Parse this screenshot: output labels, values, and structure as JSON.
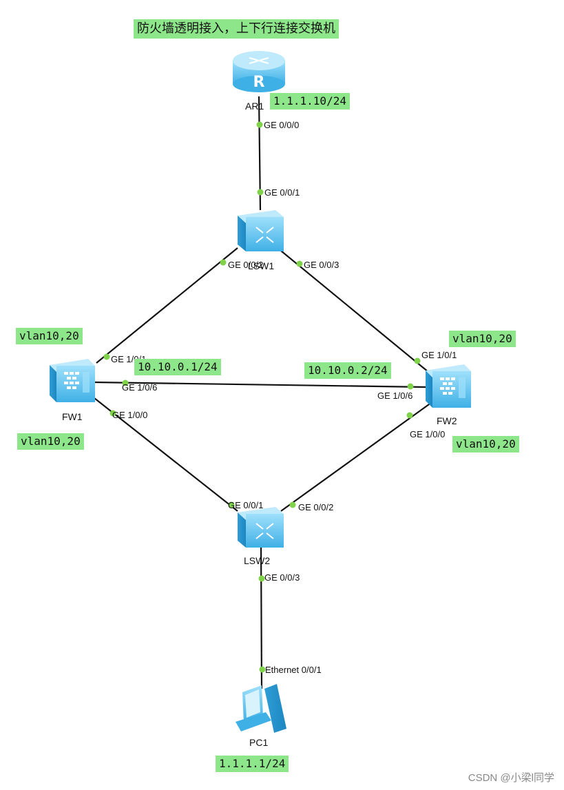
{
  "title": "防火墙透明接入，上下行连接交换机",
  "devices": {
    "ar1": "AR1",
    "lsw1": "LSW1",
    "fw1": "FW1",
    "fw2": "FW2",
    "lsw2": "LSW2",
    "pc1": "PC1"
  },
  "ports": {
    "ar1_ge000": "GE 0/0/0",
    "lsw1_ge001": "GE 0/0/1",
    "lsw1_ge002": "GE 0/0/2",
    "lsw1_ge003": "GE 0/0/3",
    "fw1_ge101": "GE 1/0/1",
    "fw1_ge106": "GE 1/0/6",
    "fw1_ge100": "GE 1/0/0",
    "fw2_ge101": "GE 1/0/1",
    "fw2_ge106": "GE 1/0/6",
    "fw2_ge100": "GE 1/0/0",
    "lsw2_ge001": "GE 0/0/1",
    "lsw2_ge002": "GE 0/0/2",
    "lsw2_ge003": "GE 0/0/3",
    "pc1_eth001": "Ethernet 0/0/1"
  },
  "tags": {
    "ar1_ip": "1.1.1.10/24",
    "fw1_vlan_top": "vlan10,20",
    "fw1_vlan_bottom": "vlan10,20",
    "fw1_ip": "10.10.0.1/24",
    "fw2_ip": "10.10.0.2/24",
    "fw2_vlan_top": "vlan10,20",
    "fw2_vlan_bottom": "vlan10,20",
    "pc1_ip": "1.1.1.1/24"
  },
  "watermark": "CSDN @小梁l同学",
  "colors": {
    "highlight": "#8ee68a",
    "port_dot": "#7fd24a",
    "device_blue": "#5fc3ee",
    "link": "#111111"
  },
  "icons": {
    "router": "router-icon",
    "switch": "switch-icon",
    "firewall": "firewall-icon",
    "pc": "pc-icon"
  }
}
